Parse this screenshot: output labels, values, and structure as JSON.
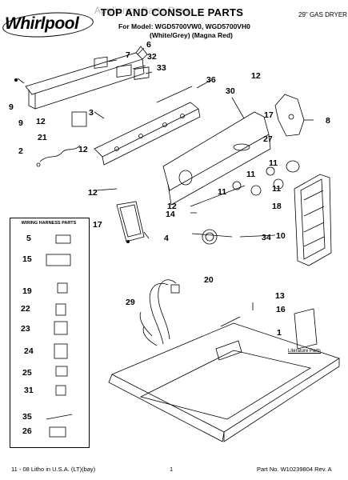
{
  "header": {
    "brand": "Whirlpool",
    "title": "TOP AND CONSOLE PARTS",
    "watermark": "Appliance Parts Pros",
    "model_line": "For Model: WGD5700VW0, WGD5700VH0",
    "color_line": "(White/Grey)    (Magna Red)",
    "product": "29\" GAS DRYER"
  },
  "harness_box": {
    "title": "WIRING HARNESS PARTS"
  },
  "literature_label": "Literature Parts",
  "footer": {
    "left": "11 - 08 Litho in U.S.A. (LT)(bay)",
    "page": "1",
    "right": "Part No. W10239804 Rev. A"
  },
  "callouts": [
    "6",
    "7",
    "32",
    "33",
    "36",
    "30",
    "12",
    "8",
    "9",
    "9",
    "12",
    "21",
    "3",
    "12",
    "2",
    "17",
    "27",
    "11",
    "11",
    "11",
    "11",
    "18",
    "12",
    "14",
    "12",
    "17",
    "4",
    "34",
    "10",
    "5",
    "15",
    "19",
    "22",
    "23",
    "24",
    "25",
    "31",
    "35",
    "26",
    "20",
    "29",
    "13",
    "16",
    "1"
  ]
}
